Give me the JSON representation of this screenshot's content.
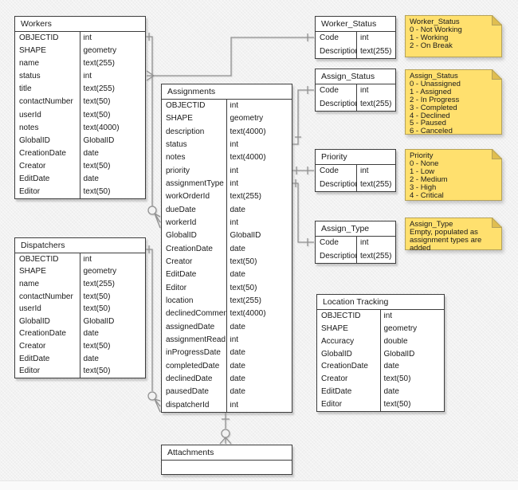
{
  "colors": {
    "background": "#f2f2f2",
    "table_fill": "#ffffff",
    "table_border": "#3d3d3d",
    "connector_gray": "#919191",
    "note_fill": "#ffe06e",
    "note_fold": "#e0be50",
    "note_border": "#b5a25a",
    "text": "#1a1a1a"
  },
  "tables": {
    "workers": {
      "title": "Workers",
      "fields": [
        [
          "OBJECTID",
          "int"
        ],
        [
          "SHAPE",
          "geometry"
        ],
        [
          "name",
          "text(255)"
        ],
        [
          "status",
          "int"
        ],
        [
          "title",
          "text(255)"
        ],
        [
          "contactNumber",
          "text(50)"
        ],
        [
          "userId",
          "text(50)"
        ],
        [
          "notes",
          "text(4000)"
        ],
        [
          "GlobalID",
          "GlobalID"
        ],
        [
          "CreationDate",
          "date"
        ],
        [
          "Creator",
          "text(50)"
        ],
        [
          "EditDate",
          "date"
        ],
        [
          "Editor",
          "text(50)"
        ]
      ]
    },
    "dispatchers": {
      "title": "Dispatchers",
      "fields": [
        [
          "OBJECTID",
          "int"
        ],
        [
          "SHAPE",
          "geometry"
        ],
        [
          "name",
          "text(255)"
        ],
        [
          "contactNumber",
          "text(50)"
        ],
        [
          "userId",
          "text(50)"
        ],
        [
          "GlobalID",
          "GlobalID"
        ],
        [
          "CreationDate",
          "date"
        ],
        [
          "Creator",
          "text(50)"
        ],
        [
          "EditDate",
          "date"
        ],
        [
          "Editor",
          "text(50)"
        ]
      ]
    },
    "assignments": {
      "title": "Assignments",
      "fields": [
        [
          "OBJECTID",
          "int"
        ],
        [
          "SHAPE",
          "geometry"
        ],
        [
          "description",
          "text(4000)"
        ],
        [
          "status",
          "int"
        ],
        [
          "notes",
          "text(4000)"
        ],
        [
          "priority",
          "int"
        ],
        [
          "assignmentType",
          "int"
        ],
        [
          "workOrderId",
          "text(255)"
        ],
        [
          "dueDate",
          "date"
        ],
        [
          "workerId",
          "int"
        ],
        [
          "GlobalID",
          "GlobalID"
        ],
        [
          "CreationDate",
          "date"
        ],
        [
          "Creator",
          "text(50)"
        ],
        [
          "EditDate",
          "date"
        ],
        [
          "Editor",
          "text(50)"
        ],
        [
          "location",
          "text(255)"
        ],
        [
          "declinedComment",
          "text(4000)"
        ],
        [
          "assignedDate",
          "date"
        ],
        [
          "assignmentRead",
          "int"
        ],
        [
          "inProgressDate",
          "date"
        ],
        [
          "completedDate",
          "date"
        ],
        [
          "declinedDate",
          "date"
        ],
        [
          "pausedDate",
          "date"
        ],
        [
          "dispatcherId",
          "int"
        ]
      ]
    },
    "worker_status": {
      "title": "Worker_Status",
      "fields": [
        [
          "Code",
          "int"
        ],
        [
          "Description",
          "text(255)"
        ]
      ]
    },
    "assign_status": {
      "title": "Assign_Status",
      "fields": [
        [
          "Code",
          "int"
        ],
        [
          "Description",
          "text(255)"
        ]
      ]
    },
    "priority": {
      "title": "Priority",
      "fields": [
        [
          "Code",
          "int"
        ],
        [
          "Description",
          "text(255)"
        ]
      ]
    },
    "assign_type": {
      "title": "Assign_Type",
      "fields": [
        [
          "Code",
          "int"
        ],
        [
          "Description",
          "text(255)"
        ]
      ]
    },
    "location_tracking": {
      "title": "Location Tracking",
      "fields": [
        [
          "OBJECTID",
          "int"
        ],
        [
          "SHAPE",
          "geometry"
        ],
        [
          "Accuracy",
          "double"
        ],
        [
          "GlobalID",
          "GlobalID"
        ],
        [
          "CreationDate",
          "date"
        ],
        [
          "Creator",
          "text(50)"
        ],
        [
          "EditDate",
          "date"
        ],
        [
          "Editor",
          "text(50)"
        ]
      ]
    },
    "attachments": {
      "title": "Attachments",
      "fields": [
        [
          "",
          ""
        ]
      ]
    }
  },
  "notes": {
    "worker_status": {
      "text": "Worker_Status\n0 - Not Working\n1 - Working\n2 - On Break"
    },
    "assign_status": {
      "text": "Assign_Status\n0 - Unassigned\n1 - Assigned\n2 - In Progress\n3 - Completed\n4 - Declined\n5 - Paused\n6 - Canceled"
    },
    "priority": {
      "text": "Priority\n0 - None\n1 - Low\n2 - Medium\n3 - High\n4 - Critical"
    },
    "assign_type": {
      "text": "Assign_Type\nEmpty, populated as\nassignment types are added"
    }
  }
}
